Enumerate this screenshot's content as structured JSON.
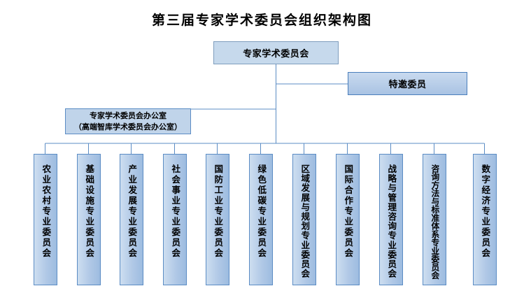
{
  "chart_data": {
    "type": "diagram",
    "diagram_type": "organization-chart",
    "title": "第三届专家学术委员会组织架构图",
    "nodes": [
      {
        "id": "root",
        "label": "专家学术委员会",
        "level": 0
      },
      {
        "id": "invited",
        "label": "特邀委员",
        "level": 1
      },
      {
        "id": "office",
        "label_line1": "专家学术委员会办公室",
        "label_line2": "（高端智库学术委员会办公室）",
        "level": 1
      }
    ],
    "committees": [
      "农业农村专业委员会",
      "基础设施专业委员会",
      "产业发展专业委员会",
      "社会事业专业委员会",
      "国防工业专业委员会",
      "绿色低碳专业委员会",
      "区域发展与规划专业委员会",
      "国际合作专业委员会",
      "战略与管理咨询专业委员会",
      "咨询方法与标准体系专业委员会",
      "数字经济专业委员会"
    ],
    "committee_count": 11,
    "edges": [
      {
        "from": "root",
        "to": "invited"
      },
      {
        "from": "root",
        "to": "office"
      },
      {
        "from": "root",
        "to": "committees-bus"
      }
    ],
    "colors": {
      "box_fill_light": "#c6d9ec",
      "box_fill_gradient_start": "#cddef0",
      "box_fill_gradient_end": "#9dbce0",
      "border": "#5b8cc4",
      "border_strong": "#4a7ebb",
      "connector": "#5b8cc4",
      "text": "#000000",
      "background": "#ffffff"
    }
  },
  "title": {
    "text": "第三届专家学术委员会组织架构图"
  },
  "root": {
    "label": "专家学术委员会"
  },
  "invited": {
    "label": "特邀委员"
  },
  "office": {
    "line1": "专家学术委员会办公室",
    "line2": "（高端智库学术委员会办公室）"
  },
  "committees": [
    {
      "label": "农业农村专业委员会"
    },
    {
      "label": "基础设施专业委员会"
    },
    {
      "label": "产业发展专业委员会"
    },
    {
      "label": "社会事业专业委员会"
    },
    {
      "label": "国防工业专业委员会"
    },
    {
      "label": "绿色低碳专业委员会"
    },
    {
      "label": "区域发展与规划专业委员会"
    },
    {
      "label": "国际合作专业委员会"
    },
    {
      "label": "战略与管理咨询专业委员会"
    },
    {
      "label": "咨询方法与标准体系专业委员会"
    },
    {
      "label": "数字经济专业委员会"
    }
  ]
}
